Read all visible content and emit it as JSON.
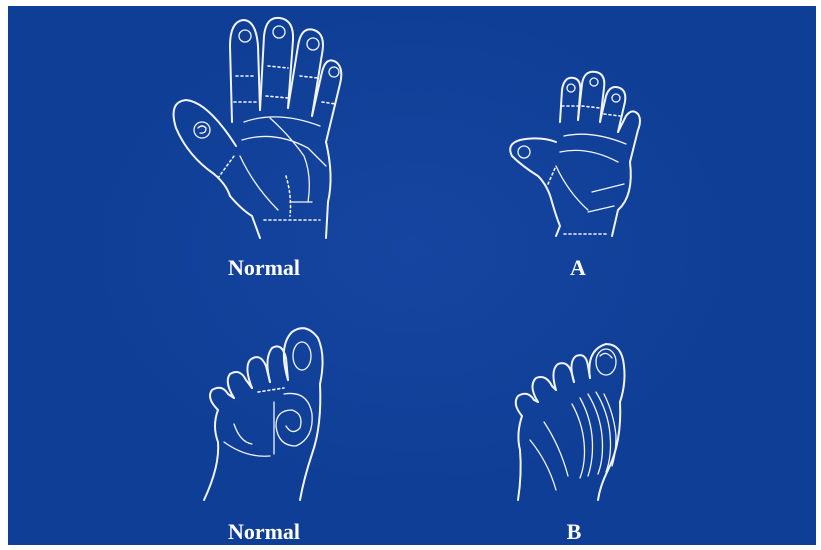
{
  "figure": {
    "background_color": "#0f3e96",
    "line_color": "#f2f4f8",
    "panels": [
      {
        "id": "hand-normal",
        "label": "Normal"
      },
      {
        "id": "hand-a",
        "label": "A"
      },
      {
        "id": "foot-normal",
        "label": "Normal"
      },
      {
        "id": "foot-b",
        "label": "B"
      }
    ]
  }
}
